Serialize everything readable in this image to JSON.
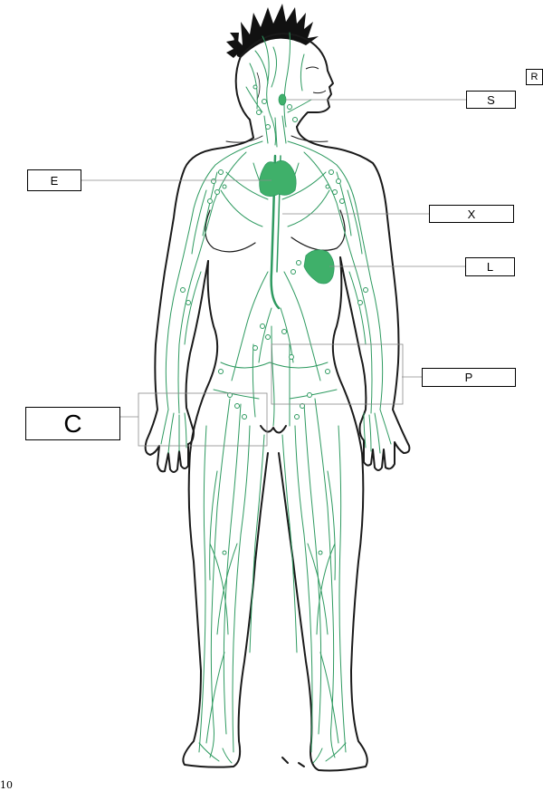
{
  "labels": {
    "S": "S",
    "E": "E",
    "X": "X",
    "L": "L",
    "P": "P",
    "C": "C",
    "R": "R"
  },
  "page_number": "10",
  "colors": {
    "lymph_green": "#2e9a60",
    "organ_green": "#3fb06a",
    "outline": "#1a1a1a",
    "leader_line": "#8a8a8a"
  }
}
